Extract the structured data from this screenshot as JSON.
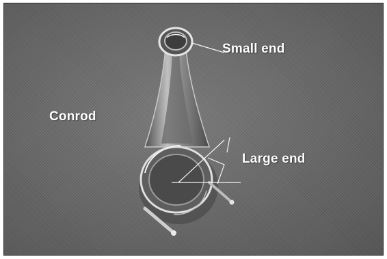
{
  "labels": {
    "small_end": "Small end",
    "conrod": "Conrod",
    "large_end": "Large end"
  },
  "colors": {
    "background": "#6f6f6f",
    "rod_highlight": "#e6e6e6",
    "rod_shadow": "#3a3a3a",
    "label_text": "#ffffff"
  }
}
